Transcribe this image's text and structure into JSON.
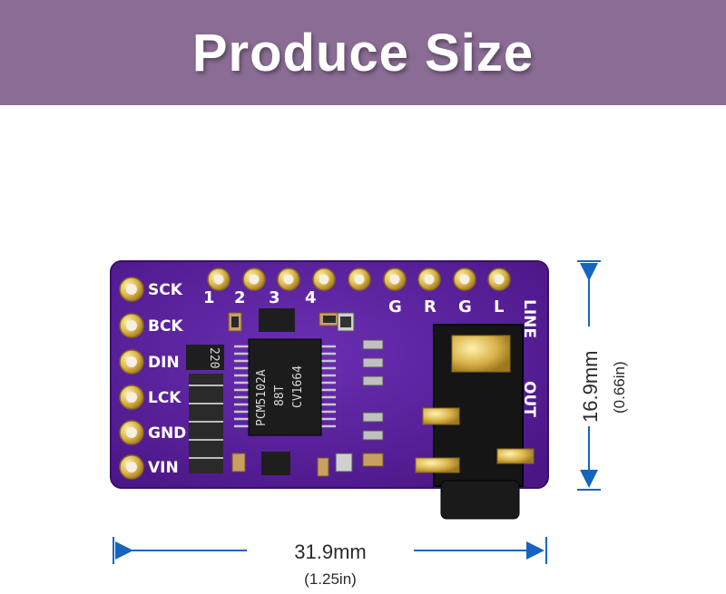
{
  "banner": {
    "title": "Produce Size"
  },
  "board": {
    "left_pins": [
      "SCK",
      "BCK",
      "DIN",
      "LCK",
      "GND",
      "VIN"
    ],
    "top_numbers": [
      "1",
      "2",
      "3",
      "4"
    ],
    "top_pins_labels": [
      "G",
      "R",
      "G",
      "L"
    ],
    "side_label_top": "LINE",
    "side_label_bottom": "OUT",
    "chip_lines": [
      "PCM5102A",
      "88T",
      "CV1664"
    ],
    "resistor_code": "220"
  },
  "dimensions": {
    "width_mm": "31.9mm",
    "width_in": "(1.25in)",
    "height_mm": "16.9mm",
    "height_in": "(0.66in)"
  },
  "colors": {
    "banner": "#8a6c94",
    "pcb": "#5c1f9e",
    "gold": "#d9b34a",
    "arrow": "#1565c0"
  }
}
